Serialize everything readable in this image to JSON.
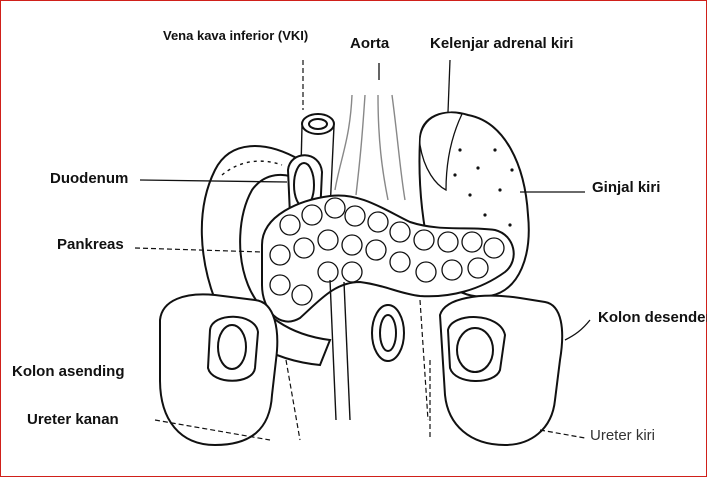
{
  "figure": {
    "labels": {
      "vci": "Vena kava inferior (VKI)",
      "aorta": "Aorta",
      "adrenal": "Kelenjar adrenal kiri",
      "duodenum": "Duodenum",
      "ginjal": "Ginjal kiri",
      "pankreas": "Pankreas",
      "kolon_desenden": "Kolon desenden",
      "kolon_asending": "Kolon asending",
      "ureter_kanan": "Ureter kanan",
      "ureter_kiri": "Ureter kiri"
    },
    "colors": {
      "border": "#d0201a",
      "ink": "#111111",
      "background": "#ffffff"
    }
  }
}
